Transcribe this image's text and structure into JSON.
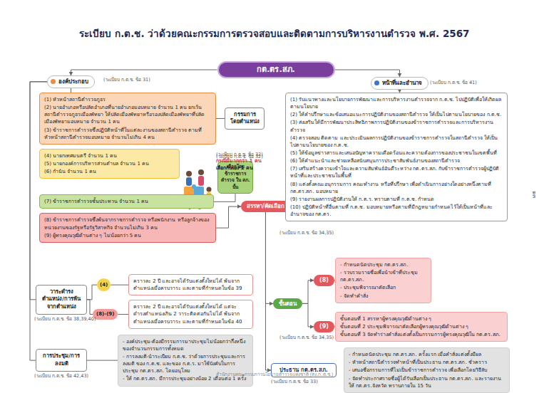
{
  "diagram": {
    "title": "ระเบียบ ก.ต.ช. ว่าด้วยคณะกรรมการตรวจสอบและติดตามการบริหารงานตำรวจ พ.ศ. 2567",
    "nodes": [
      {
        "text": [
          "กต.ตร.สภ."
        ]
      },
      {
        "text": [
          "องค์ประกอบ"
        ]
      },
      {
        "text": [
          "หน้าที่และอำนาจ"
        ]
      },
      {
        "text": [
          "(1) หัวหน้าสถานีตำรวจภูธร",
          "(2) นายอำเภอหรือปลัดอำเภอที่นายอำเภอมอบหมาย จำนวน 1 คน ยกเว้นสถานีตำรวจภูธรเมืองพัทยา ให้ปลัดเมืองพัทยาหรือรองปลัดเมืองพัทยาที่ปลัดเมืองพัทยามอบหมาย จำนวน 1 คน",
          "(3) ข้าราชการตำรวจซึ่งปฏิบัติหน้าที่ในแต่ละงานของสถานีตำรวจ ตามที่หัวหน้าสถานีตำรวจมอบหมาย จำนวนไม่เกิน 4 คน"
        ]
      },
      {
        "text": [
          "กรรมการโดยตำแหน่ง"
        ]
      },
      {
        "text": [
          "(4) นายกเทศมนตรี จำนวน 1 คน",
          "(5) นายกองค์การบริหารส่วนตำบล จำนวน 1 คน",
          "(6) กำนัน จำนวน 1 คน"
        ]
      },
      {
        "text": [
          "เลือกโดย ข้าราชการตำรวจ ใน สภ. นั้น"
        ]
      },
      {
        "text": [
          "(7) ข้าราชการตำรวจชั้นประทวน จำนวน 1 คน"
        ]
      },
      {
        "text": [
          "(8) ข้าราชการตำรวจซึ่งพ้นจากราชการตำรวจ หรือพนักงาน หรือลูกจ้างของหน่วยงานของรัฐหรือรัฐวิสาหกิจ จำนวนไม่เกิน 3 คน",
          "(9) ผู้ทรงคุณวุฒิด้านต่าง ๆ ไม่น้อยกว่า 5 คน"
        ]
      },
      {
        "text": [
          "สรรหา/คัดเลือก"
        ]
      },
      {
        "text": [
          "(1) รับแนวทางและนโยบายการพัฒนาและการบริหารงานตำรวจจาก ก.ต.ช. ไปปฏิบัติเพื่อให้เกิดผลตามนโยบาย",
          "(2) ให้คำปรึกษาและข้อเสนอแนะการปฏิบัติงานของสถานีตำรวจ ให้เป็นไปตามนโยบายของ ก.ต.ช.",
          "(3) ส่งเสริมให้มีการพัฒนาประสิทธิภาพการปฏิบัติงานของข้าราชการตำรวจและการบริหารงานตำรวจ",
          "(4) ตรวจสอบ ติดตาม และประเมินผลการปฏิบัติงานของข้าราชการตำรวจในสถานีตำรวจ ให้เป็นไปตามนโยบายของ ก.ต.ช.",
          "(5) ให้ข้อมูลข่าวสารและเสนอปัญหาความเดือดร้อนและความต้องการของประชาชนในเขตพื้นที่",
          "(6) ให้คำแนะนำและช่วยเหลือสนับสนุนการประชาสัมพันธ์งานของสถานีตำรวจ",
          "(7) เสริมสร้างความเข้าใจและความสัมพันธ์อันดีระหว่าง กต.ตร.สภ. กับข้าราชการตำรวจผู้ปฏิบัติหน้าที่และประชาชนในพื้นที่",
          "(8) แต่งตั้งคณะอนุกรรมการ คณะทำงาน หรือที่ปรึกษา เพื่อดำเนินการอย่างใดอย่างหนึ่งตามที่ กต.ตร.สภ. มอบหมาย",
          "(9) รายงานผลการปฏิบัติงานให้ ก.ต.ร. ทราบตามที่ ก.ต.ช. กำหนด",
          "(10) ปฏิบัติหน้าที่อื่นตามที่ ก.ต.ช. มอบหมายหรือตามที่มีกฎหมายกำหนดไว้ให้เป็นหน้าที่และอำนาจของ กต.ตร."
        ]
      },
      {
        "text": [
          "ขั้นตอน"
        ]
      },
      {
        "text": [
          "(8)"
        ]
      },
      {
        "text": [
          "- กำหนดนัดประชุม กต.ตร.สภ.",
          "- รวบรวมรายชื่อเพื่อนำเข้าที่ประชุม กต.ตร.สภ.",
          "- ประชุมพิจารณาคัดเลือก",
          "- จัดทำคำสั่ง"
        ]
      },
      {
        "text": [
          "(9)"
        ]
      },
      {
        "text": [
          "ขั้นตอนที่ 1 สรรหาผู้ทรงคุณวุฒิด้านต่าง ๆ",
          "ขั้นตอนที่ 2 ประชุมพิจารณาคัดเลือกผู้ทรงคุณวุฒิด้านต่าง ๆ",
          "ขั้นตอนที่ 3 จัดทำร่างคำสั่งแต่งตั้งเป็นกรรมการผู้ทรงคุณวุฒิใน กต.ตร.สภ."
        ]
      },
      {
        "text": [
          "ประธาน กต.ตร.สภ."
        ]
      },
      {
        "text": [
          "- กำหนดนัดประชุม กต.ตร.สภ. ครั้งแรก เมื่อคำสั่งแต่งตั้งมีผล",
          "- หัวหน้าสถานีตำรวจทำหน้าที่เป็นประธาน กต.ตร.สภ. ชั่วคราว",
          "- เสนอชื่อกรรมการที่ไม่เป็นข้าราชการตำรวจ เพื่อเลือกโดยวิธีลับ",
          "- จัดทำประกาศรายชื่อผู้ได้รับเลือกเป็นประธาน กต.ตร.สภ. และรายงาน ให้ กต.ตร.จังหวัด ทราบภายใน 15 วัน"
        ]
      },
      {
        "text": [
          "วาระดำรงตำแหน่ง/การพ้นจากตำแหน่ง"
        ]
      },
      {
        "text": [
          "(4)"
        ]
      },
      {
        "text": [
          "คราวละ 2 ปี และอาจได้รับแต่งตั้งใหม่ได้ พ้นจากตำแหน่งเมื่อครบวาระ และตามที่กำหนดในข้อ 39"
        ]
      },
      {
        "text": [
          "(8)-(9)"
        ]
      },
      {
        "text": [
          "คราวละ 2 ปี และอาจได้รับแต่งตั้งใหม่ได้ แต่จะดำรงตำแหน่งเกิน 2 วาระติดต่อกันไม่ได้ พ้นจากตำแหน่งเมื่อครบวาระ และตามที่กำหนดในข้อ 40"
        ]
      },
      {
        "text": [
          "การประชุม/การลงมติ"
        ]
      },
      {
        "text": [
          "- องค์ประชุม-ต้องมีกรรมการมาประชุมไม่น้อยกว่ากึ่งหนึ่งของจำนวนกรรมการทั้งหมด",
          "- การลงมติ-นำระเบียบ ก.ต.ช. ว่าด้วยการประชุมและการลงมติ ของ ก.ต.ช. และของ ก.ต.ร. มาใช้บังคับในการประชุม กต.ตร.สภ. โดยอนุโลม",
          "- ให้ กต.ตร.สภ. มีการประชุมอย่างน้อย 2 เดือนต่อ 1 ครั้ง"
        ]
      }
    ],
    "edges": [
      {
        "from": 0,
        "to": 1,
        "arrow": "to"
      },
      {
        "from": 0,
        "to": 2,
        "arrow": "to"
      },
      {
        "from": 1,
        "to": 3,
        "arrow": "none"
      },
      {
        "from": 1,
        "to": 18,
        "arrow": "none"
      },
      {
        "from": 1,
        "to": 23,
        "arrow": "none"
      },
      {
        "from": 3,
        "to": 4,
        "arrow": "none"
      },
      {
        "from": 7,
        "to": 6,
        "arrow": "none"
      },
      {
        "from": 8,
        "to": 9,
        "arrow": "to"
      },
      {
        "from": 9,
        "to": 11,
        "arrow": "to"
      },
      {
        "from": 9,
        "to": 16,
        "arrow": "to"
      },
      {
        "from": 11,
        "to": 12,
        "arrow": "to"
      },
      {
        "from": 11,
        "to": 14,
        "arrow": "to"
      },
      {
        "from": 12,
        "to": 13,
        "arrow": "none"
      },
      {
        "from": 14,
        "to": 15,
        "arrow": "none"
      },
      {
        "from": 2,
        "to": 10,
        "arrow": "to"
      },
      {
        "from": 18,
        "to": 19,
        "arrow": "none"
      },
      {
        "from": 19,
        "to": 20,
        "arrow": "none"
      },
      {
        "from": 18,
        "to": 21,
        "arrow": "none"
      },
      {
        "from": 21,
        "to": 22,
        "arrow": "none"
      },
      {
        "from": 23,
        "to": 24,
        "arrow": "none"
      }
    ],
    "labels": [
      "(ระเบียบ ก.ต.ช. ข้อ 31)",
      "(ระเบียบ ก.ต.ช. ข้อ 41)",
      "(ระเบียบ ก.ต.ช. ข้อ 32)",
      "กรณีมีมากกว่า 1 คน",
      "เลือกกันเอง 1 คน",
      "(ระเบียบ ก.ต.ช. ข้อ 32)",
      "(ระเบียบ ก.ต.ช. ข้อ 38,39,40)",
      "(ระเบียบ ก.ต.ช. ข้อ 42,43)",
      "(ระเบียบ ก.ต.ช. ข้อ 34,35)",
      "(ระเบียบ ก.ต.ช. ข้อ 34,35)",
      "(ระเบียบ ก.ต.ช. ข้อ 33)",
      "สำนักงานคณะกรรมการนโยบายตำรวจแห่งชาติ (สง.ก.ต.ช.)",
      "๑๓"
    ]
  }
}
